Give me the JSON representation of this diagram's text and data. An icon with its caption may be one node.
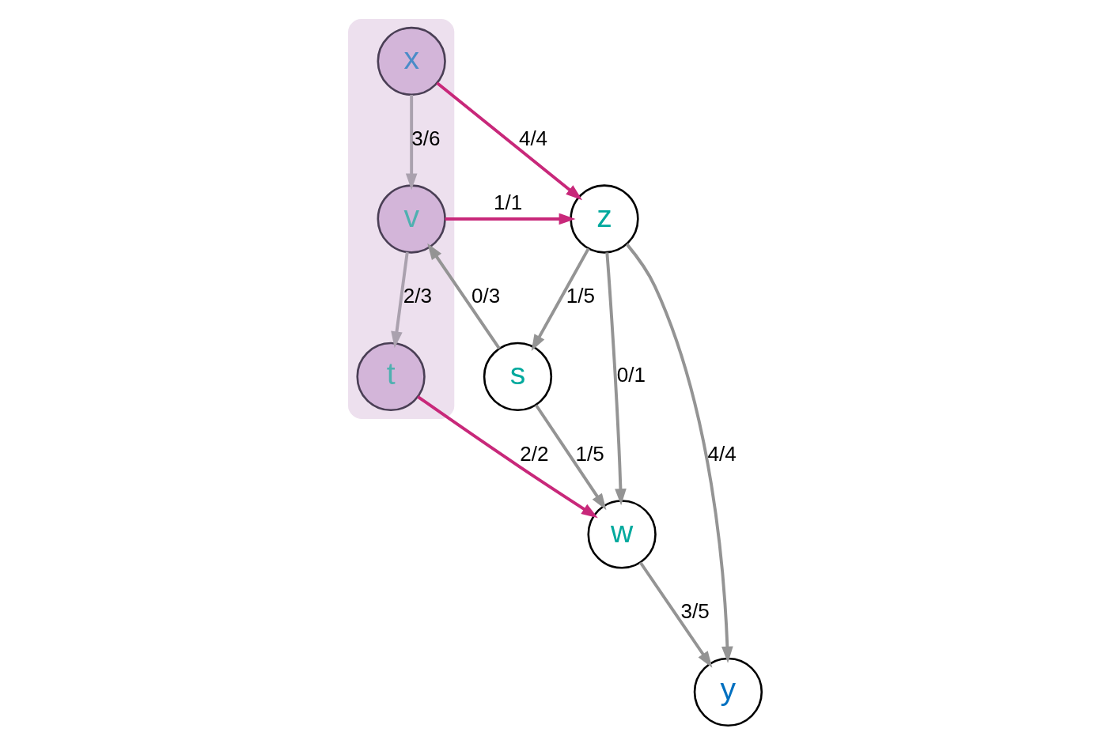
{
  "diagram": {
    "nodes": [
      {
        "text": [
          "z"
        ]
      },
      {
        "text": [],
        "shape": "cloud"
      },
      {
        "text": [
          "x"
        ],
        "in": 1
      },
      {
        "text": [
          "s"
        ]
      },
      {
        "text": [
          "y"
        ]
      },
      {
        "text": [
          "v"
        ],
        "in": 1
      },
      {
        "text": [
          "t"
        ],
        "in": 1
      },
      {
        "text": [
          "w"
        ]
      }
    ],
    "edges": [
      {
        "from": 2,
        "to": 0,
        "arrow": "to",
        "label": "4/4",
        "color": "#c8287a"
      },
      {
        "from": 5,
        "to": 0,
        "arrow": "to",
        "label": "1/1",
        "color": "#c8287a"
      },
      {
        "from": 0,
        "to": 3,
        "arrow": "to",
        "label": "1/5"
      },
      {
        "from": 0,
        "to": 7,
        "arrow": "to",
        "label": "0/1"
      },
      {
        "from": 0,
        "to": 4,
        "arrow": "to",
        "label": "4/4"
      },
      {
        "from": 2,
        "to": 5,
        "arrow": "to",
        "label": "3/6",
        "color": "#aaa1ae"
      },
      {
        "from": 3,
        "to": 5,
        "arrow": "to",
        "label": "0/3"
      },
      {
        "from": 3,
        "to": 7,
        "arrow": "to",
        "label": "1/5"
      },
      {
        "from": 7,
        "to": 4,
        "arrow": "to",
        "label": "3/5"
      },
      {
        "from": 5,
        "to": 6,
        "arrow": "to",
        "label": "2/3",
        "color": "#aaa1ae"
      },
      {
        "from": 6,
        "to": 7,
        "arrow": "to",
        "label": "2/2",
        "color": "#c8287a"
      }
    ]
  }
}
